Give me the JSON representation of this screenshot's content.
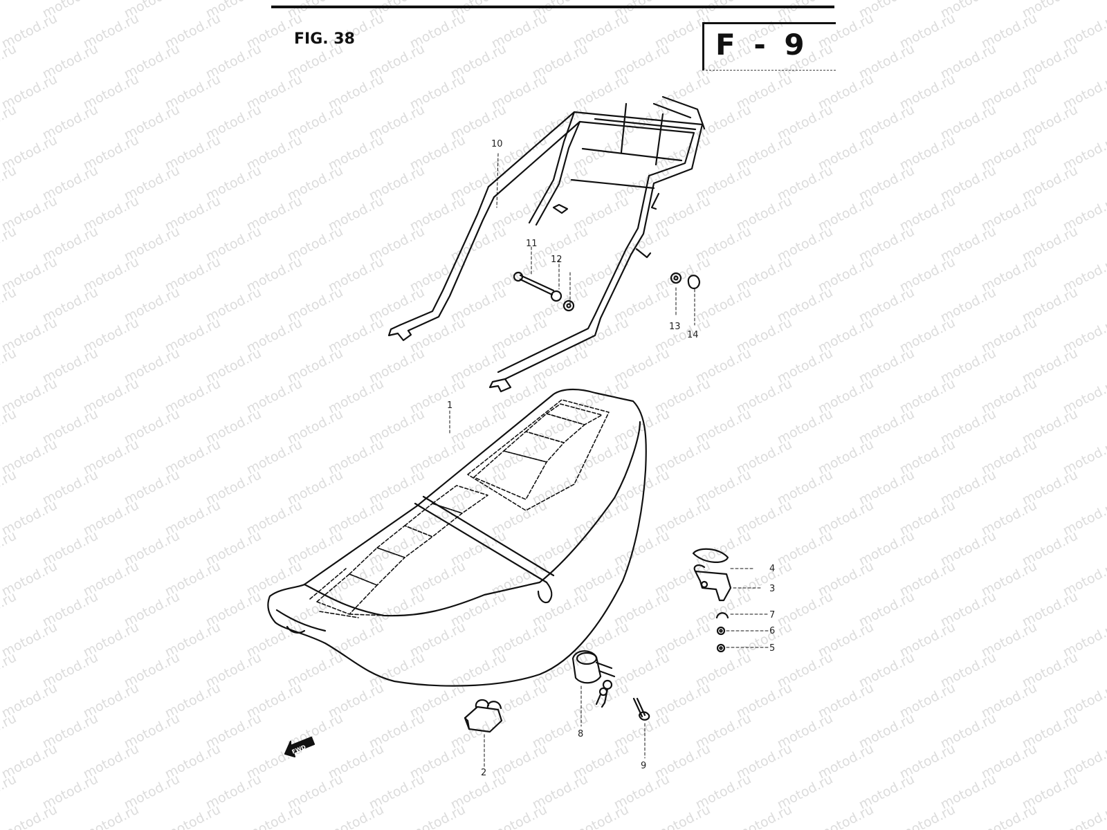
{
  "figure": {
    "title": "FIG. 38",
    "section_code": "F - 9"
  },
  "watermark": {
    "text": "motod.ru"
  },
  "fwd_marker": {
    "label": "FWD"
  },
  "callouts": [
    "1",
    "2",
    "3",
    "4",
    "5",
    "6",
    "7",
    "8",
    "9",
    "10",
    "11",
    "12",
    "13",
    "14"
  ],
  "colors": {
    "ink": "#111111",
    "watermark": "#dcdcdc",
    "background": "#ffffff"
  }
}
